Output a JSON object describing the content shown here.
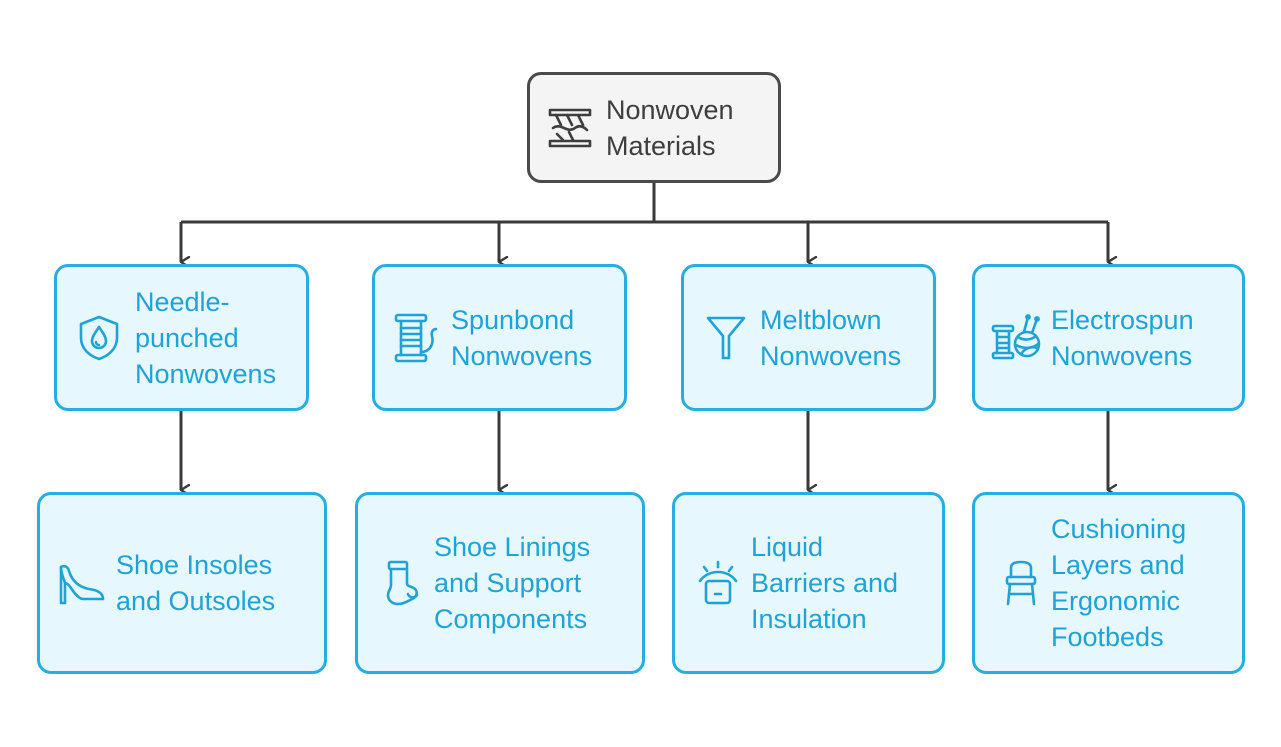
{
  "root": {
    "label": "Nonwoven\nMaterials",
    "icon": "textile-machine-icon"
  },
  "categories": [
    {
      "label": "Needle-\npunched\nNonwovens",
      "icon": "water-drop-shield-icon"
    },
    {
      "label": "Spunbond\nNonwovens",
      "icon": "thread-spool-icon"
    },
    {
      "label": "Meltblown\nNonwovens",
      "icon": "funnel-icon"
    },
    {
      "label": "Electrospun\nNonwovens",
      "icon": "yarn-and-spool-icon"
    }
  ],
  "applications": [
    {
      "label": "Shoe Insoles\nand Outsoles",
      "icon": "high-heel-shoe-icon"
    },
    {
      "label": "Shoe Linings\nand Support\nComponents",
      "icon": "sock-icon"
    },
    {
      "label": "Liquid\nBarriers and\nInsulation",
      "icon": "lamp-icon"
    },
    {
      "label": "Cushioning\nLayers and\nErgonomic\nFootbeds",
      "icon": "chair-icon"
    }
  ],
  "colors": {
    "root_border": "#4a4a4a",
    "root_fill": "#f4f4f4",
    "node_border": "#27aee0",
    "node_fill": "#e6f7fd",
    "node_text": "#1fa3d6",
    "connector": "#3a3a3a"
  }
}
